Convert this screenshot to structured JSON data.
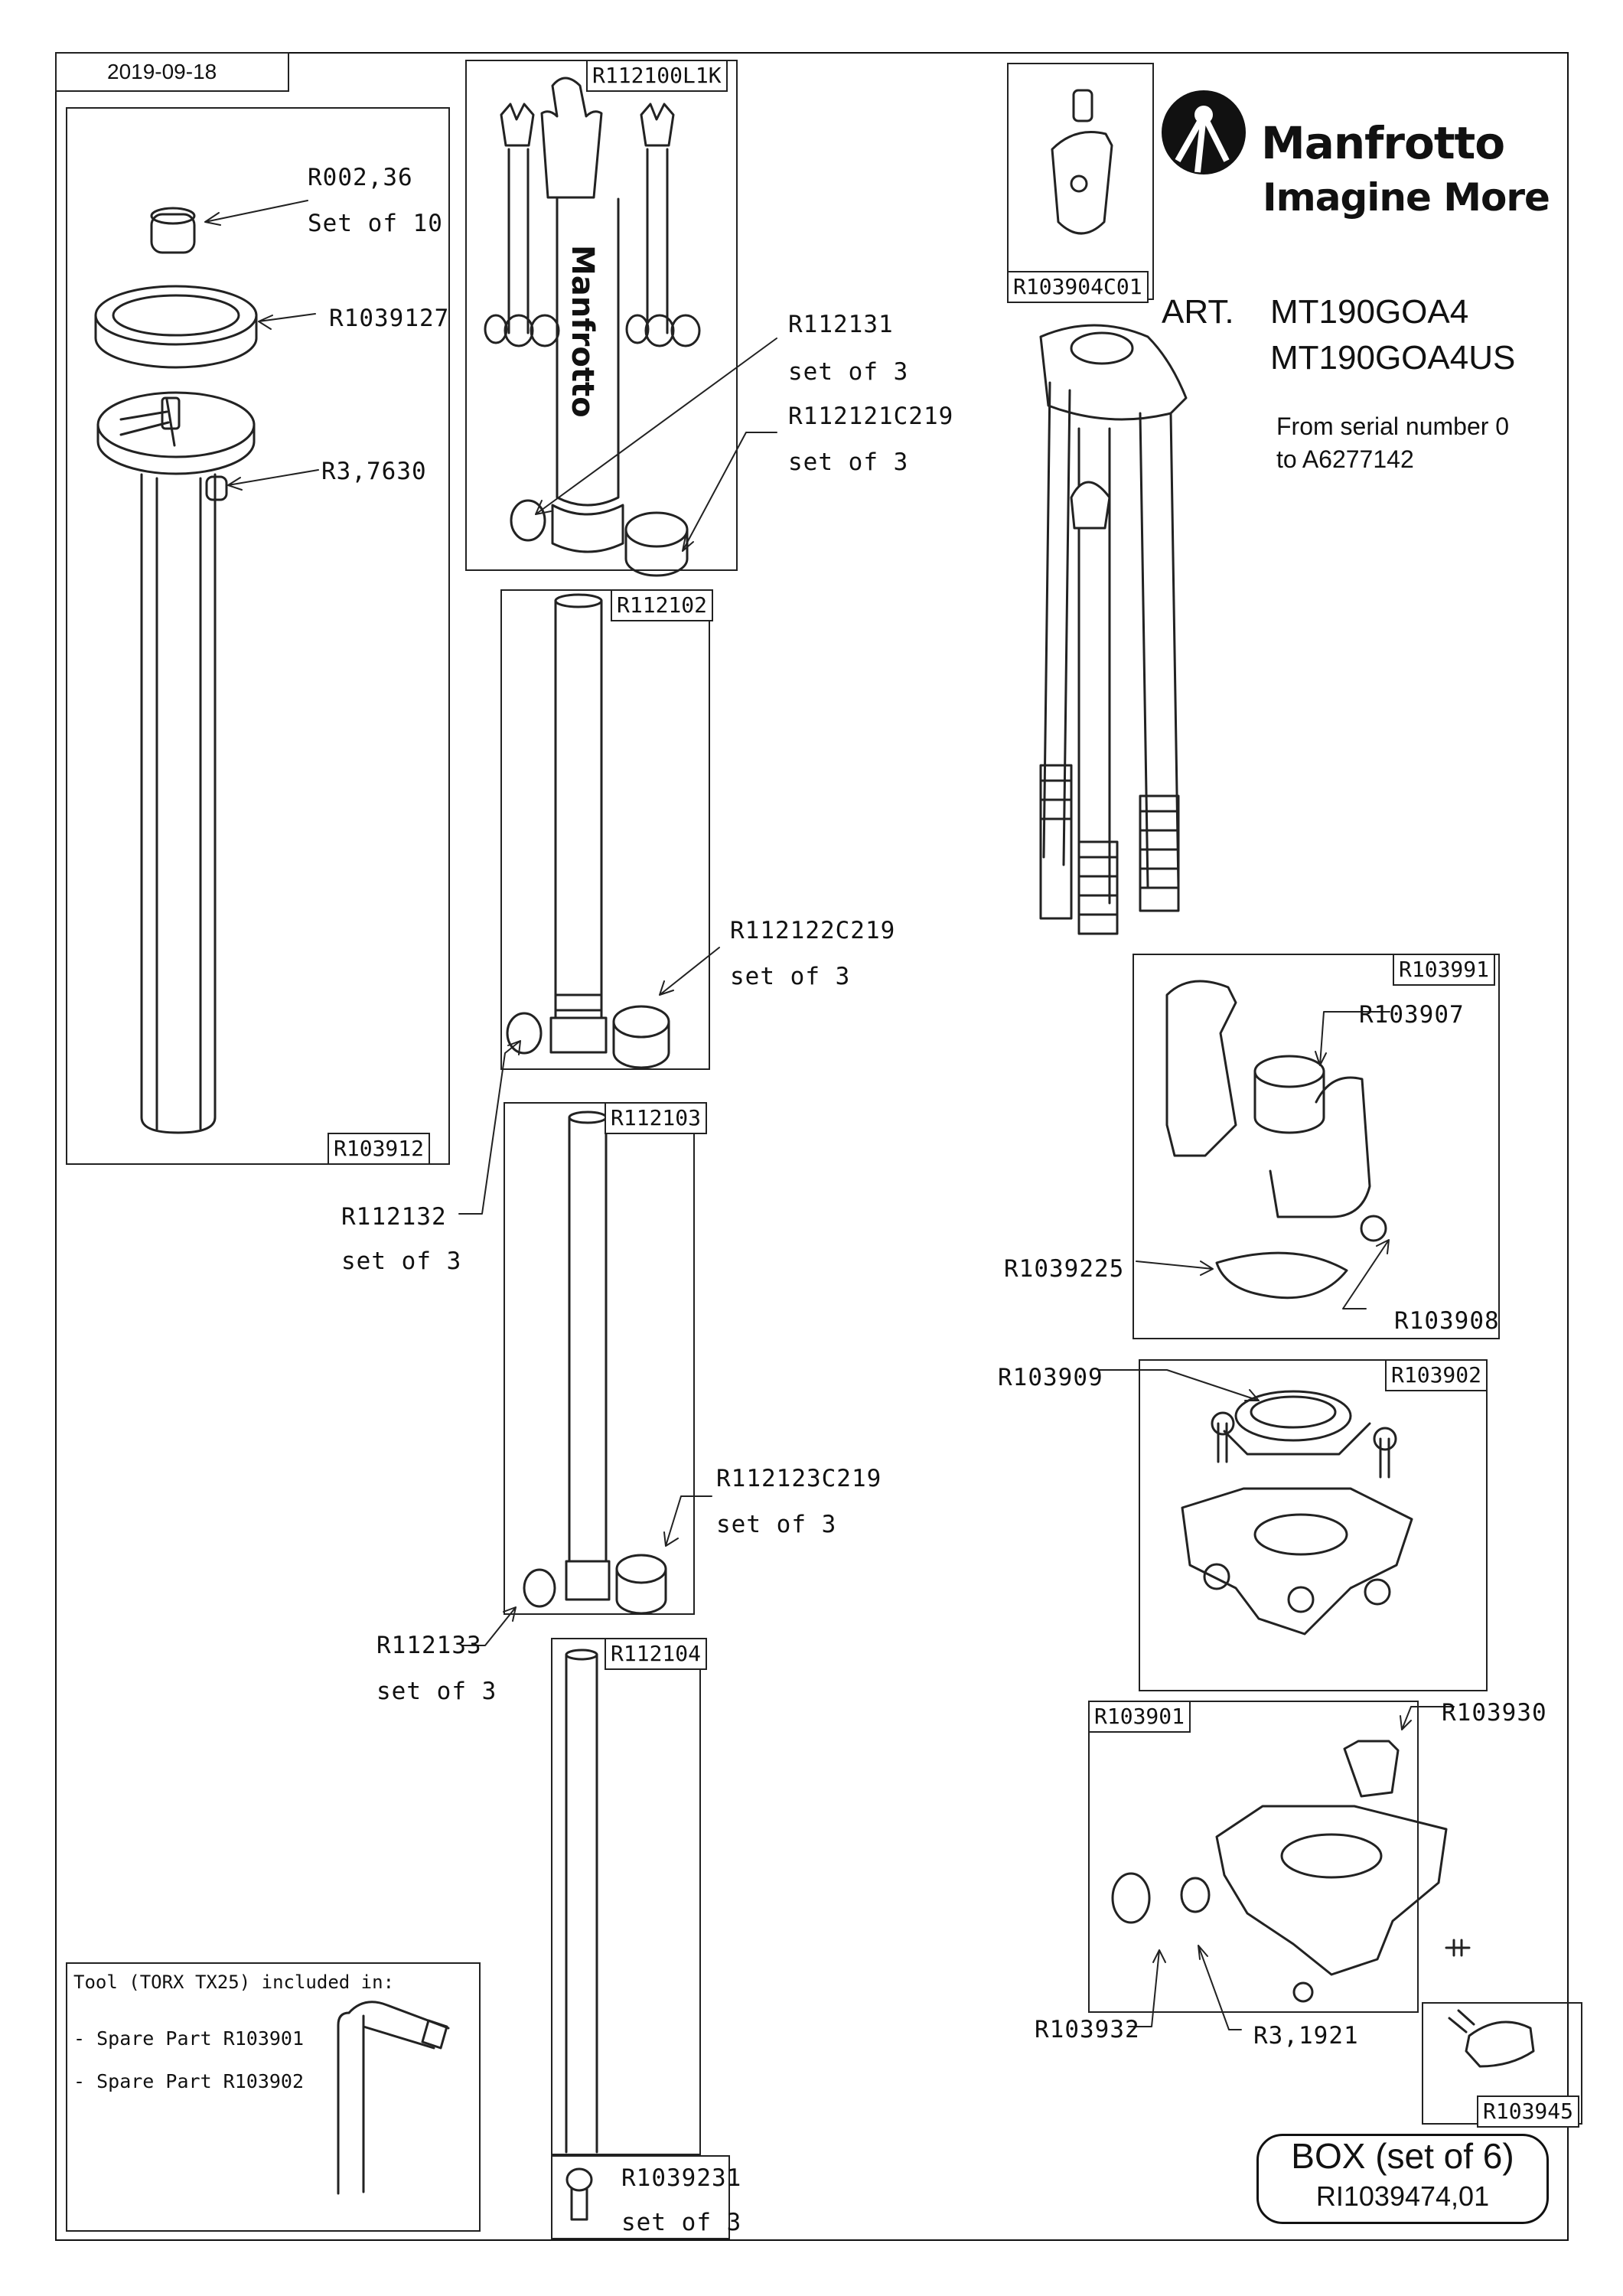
{
  "date": "2019-09-18",
  "brand": {
    "name": "Manfrotto",
    "tagline": "Imagine More"
  },
  "article": {
    "prefix": "ART.",
    "codes": [
      "MT190GOA4",
      "MT190GOA4US"
    ],
    "serial_note": [
      "From serial number 0",
      "to A6277142"
    ]
  },
  "kits": {
    "column": "R103912",
    "legs_kit": "R112100L1K",
    "leg2": "R112102",
    "leg3": "R112103",
    "leg4": "R112104",
    "clip": "R103904C01",
    "angle_block": "R103991",
    "collar": "R103902",
    "spider": "R103901",
    "knob": "R103945"
  },
  "parts": {
    "p1": {
      "code": "R002,36",
      "qty": "Set of 10"
    },
    "p2": {
      "code": "R1039127"
    },
    "p3": {
      "code": "R3,7630"
    },
    "p4": {
      "code": "R112131",
      "qty": "set of 3"
    },
    "p5": {
      "code": "R112121C219",
      "qty": "set of 3"
    },
    "p6": {
      "code": "R112122C219",
      "qty": "set of 3"
    },
    "p7": {
      "code": "R112132",
      "qty": "set of 3"
    },
    "p8": {
      "code": "R112123C219",
      "qty": "set of 3"
    },
    "p9": {
      "code": "R112133",
      "qty": "set of 3"
    },
    "p10": {
      "code": "R1039231",
      "qty": "set of 3"
    },
    "p11": {
      "code": "R103907"
    },
    "p12": {
      "code": "R1039225"
    },
    "p13": {
      "code": "R103908"
    },
    "p14": {
      "code": "R103909"
    },
    "p15": {
      "code": "R103930"
    },
    "p16": {
      "code": "R103932"
    },
    "p17": {
      "code": "R3,1921"
    }
  },
  "tool": {
    "title": "Tool (TORX TX25) included in:",
    "lines": [
      "- Spare Part R103901",
      "- Spare Part R103902"
    ]
  },
  "box": {
    "title": "BOX (set of 6)",
    "code": "RI1039474,01"
  }
}
